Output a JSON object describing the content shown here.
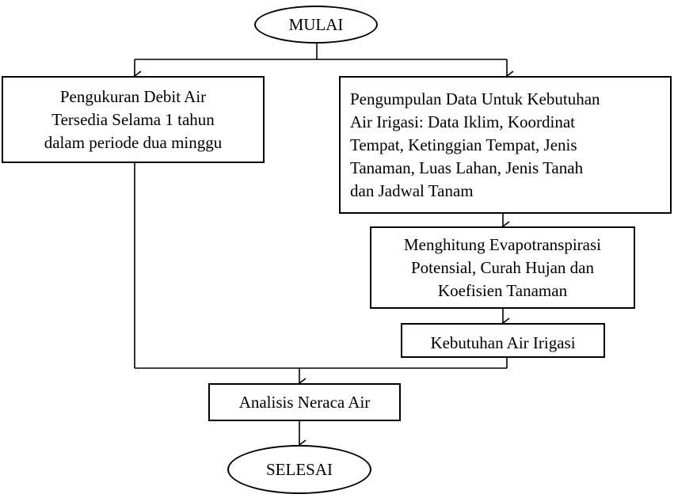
{
  "start": {
    "label": "MULAI"
  },
  "end": {
    "label": "SELESAI"
  },
  "left_box": {
    "lines": [
      "Pengukuran Debit Air",
      "Tersedia  Selama 1 tahun",
      "dalam periode dua minggu"
    ]
  },
  "right_box": {
    "lines": [
      "Pengumpulan Data  Untuk Kebutuhan",
      "Air Irigasi: Data Iklim, Koordinat",
      "Tempat, Ketinggian Tempat, Jenis",
      "Tanaman, Luas Lahan, Jenis Tanah",
      "dan Jadwal Tanam"
    ]
  },
  "evapo_box": {
    "lines": [
      "Menghitung Evapotranspirasi",
      "Potensial, Curah Hujan dan",
      "Koefisien Tanaman"
    ]
  },
  "irrigation_box": {
    "label": "Kebutuhan Air Irigasi"
  },
  "balance_box": {
    "label": "Analisis Neraca Air"
  }
}
